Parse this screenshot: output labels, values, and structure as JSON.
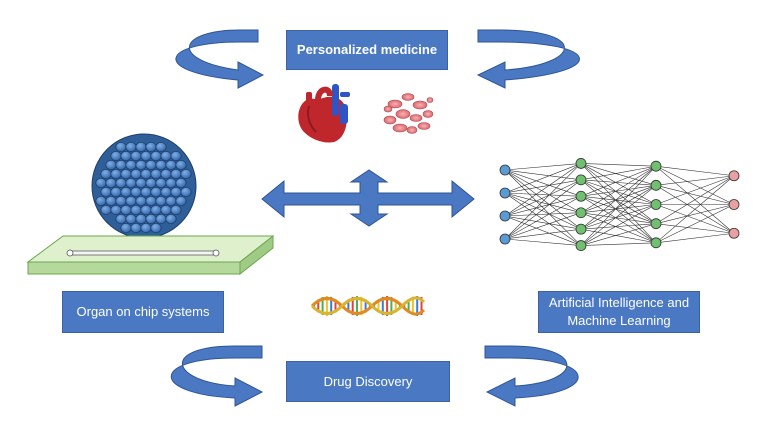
{
  "labels": {
    "top": "Personalized medicine",
    "bottom": "Drug Discovery",
    "left": "Organ on chip systems",
    "right_line1": "Artificial Intelligence and",
    "right_line2": "Machine Learning"
  },
  "colors": {
    "box_fill": "#4a78c2",
    "arrow_fill": "#4a78c2",
    "arrow_stroke": "#2f5597",
    "organoid_cell": "#4f86c6",
    "chip_fill": "#cfe6b8",
    "nn_input": "#5b9bd5",
    "nn_hidden": "#70c070",
    "nn_output": "#e8a0a0",
    "heart_red": "#c0272d",
    "heart_blue": "#2d55c8",
    "blood_cell": "#e07f83"
  },
  "icons": {
    "heart": "heart-icon",
    "blood": "blood-cells-icon",
    "dna": "dna-helix-icon",
    "organoid": "organoid-icon",
    "chip": "microfluidic-chip-icon",
    "network": "neural-network-icon"
  },
  "neural_network": {
    "layers": [
      4,
      6,
      5,
      3
    ]
  }
}
